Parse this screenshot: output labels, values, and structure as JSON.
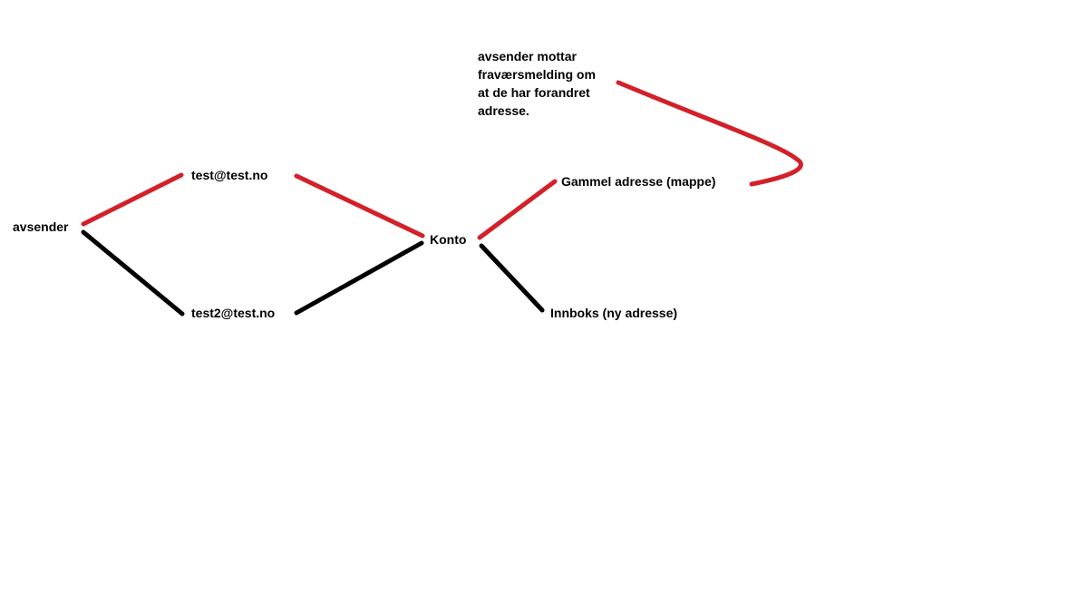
{
  "colors": {
    "background": "#ffffff",
    "text": "#000000",
    "red_path": "#d32029",
    "black_path": "#000000"
  },
  "nodes": {
    "avsender": "avsender",
    "test": "test@test.no",
    "test2": "test2@test.no",
    "konto": "Konto",
    "gammel": "Gammel adresse (mappe)",
    "innboks": "Innboks (ny adresse)"
  },
  "note": {
    "lines": [
      "avsender mottar",
      "fraværsmelding om",
      "at de har forandret",
      "adresse."
    ]
  }
}
